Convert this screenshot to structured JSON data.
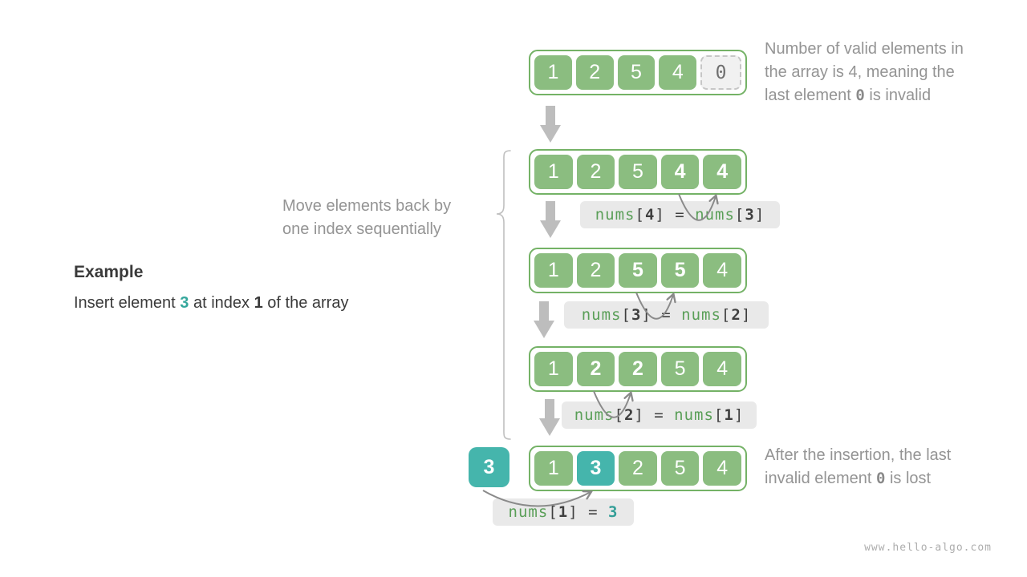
{
  "arrays": [
    {
      "name": "initial",
      "cells": [
        "1",
        "2",
        "5",
        "4",
        "0"
      ]
    },
    {
      "name": "shift-step-1",
      "cells": [
        "1",
        "2",
        "5",
        "4",
        "4"
      ]
    },
    {
      "name": "shift-step-2",
      "cells": [
        "1",
        "2",
        "5",
        "5",
        "4"
      ]
    },
    {
      "name": "shift-step-3",
      "cells": [
        "1",
        "2",
        "2",
        "5",
        "4"
      ]
    },
    {
      "name": "final",
      "cells": [
        "1",
        "3",
        "2",
        "5",
        "4"
      ]
    }
  ],
  "insert_value": "3",
  "labels": {
    "l1": [
      {
        "t": "nums",
        "s": "g"
      },
      {
        "t": "[",
        "s": "d"
      },
      {
        "t": "4",
        "s": "b"
      },
      {
        "t": "] = ",
        "s": "d"
      },
      {
        "t": "nums",
        "s": "g"
      },
      {
        "t": "[",
        "s": "d"
      },
      {
        "t": "3",
        "s": "b"
      },
      {
        "t": "]",
        "s": "d"
      }
    ],
    "l2": [
      {
        "t": "nums",
        "s": "g"
      },
      {
        "t": "[",
        "s": "d"
      },
      {
        "t": "3",
        "s": "b"
      },
      {
        "t": "] = ",
        "s": "d"
      },
      {
        "t": "nums",
        "s": "g"
      },
      {
        "t": "[",
        "s": "d"
      },
      {
        "t": "2",
        "s": "b"
      },
      {
        "t": "]",
        "s": "d"
      }
    ],
    "l3": [
      {
        "t": "nums",
        "s": "g"
      },
      {
        "t": "[",
        "s": "d"
      },
      {
        "t": "2",
        "s": "b"
      },
      {
        "t": "] = ",
        "s": "d"
      },
      {
        "t": "nums",
        "s": "g"
      },
      {
        "t": "[",
        "s": "d"
      },
      {
        "t": "1",
        "s": "b"
      },
      {
        "t": "]",
        "s": "d"
      }
    ],
    "l4": [
      {
        "t": "nums",
        "s": "g"
      },
      {
        "t": "[",
        "s": "d"
      },
      {
        "t": "1",
        "s": "b"
      },
      {
        "t": "] = ",
        "s": "d"
      },
      {
        "t": "3",
        "s": "tg"
      }
    ]
  },
  "example": {
    "heading": "Example",
    "line": [
      {
        "t": "Insert element ",
        "s": "x"
      },
      {
        "t": "3",
        "s": "xt"
      },
      {
        "t": " at index ",
        "s": "x"
      },
      {
        "t": "1",
        "s": "xb"
      },
      {
        "t": " of the array",
        "s": "x"
      }
    ]
  },
  "notes": {
    "move": [
      "Move elements back by",
      "one index sequentially"
    ],
    "top_right": {
      "l1": [
        {
          "t": "Number of valid elements in",
          "s": "n"
        }
      ],
      "l2": [
        {
          "t": "the array is 4, meaning the",
          "s": "n"
        }
      ],
      "l3": [
        {
          "t": "last element ",
          "s": "n"
        },
        {
          "t": "0",
          "s": "nm"
        },
        {
          "t": " is invalid",
          "s": "n"
        }
      ]
    },
    "bottom_right": {
      "l1": [
        {
          "t": "After the insertion, the last",
          "s": "n"
        }
      ],
      "l2": [
        {
          "t": "invalid element ",
          "s": "n"
        },
        {
          "t": "0",
          "s": "nm"
        },
        {
          "t": " is lost",
          "s": "n"
        }
      ]
    }
  },
  "watermark": "www.hello-algo.com",
  "colors": {
    "cell_green": "#8BBD80",
    "border_green": "#74B266",
    "teal": "#45B5AC",
    "arrow_gray": "#BDBDBD",
    "arc_gray": "#8A8A8A",
    "label_bg": "#E9E9E9",
    "code_green": "#5A9F58",
    "code_dark": "#3F3F3F",
    "code_teal": "#339E97",
    "note_gray": "#949494"
  }
}
